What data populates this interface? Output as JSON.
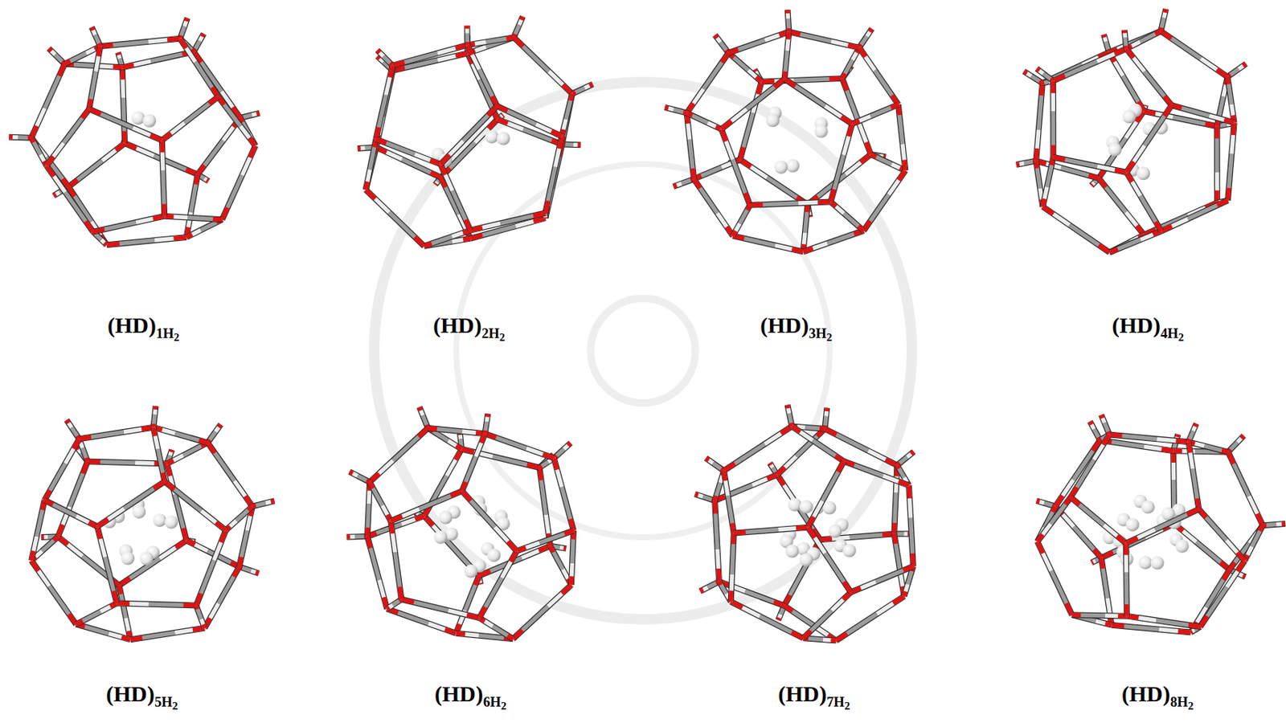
{
  "diagram": {
    "labels": [
      "(HD)1H2",
      "(HD)2H2",
      "(HD)3H2",
      "(HD)4H2",
      "(HD)5H2",
      "(HD)6H2",
      "(HD)7H2",
      "(HD)8H2"
    ]
  }
}
